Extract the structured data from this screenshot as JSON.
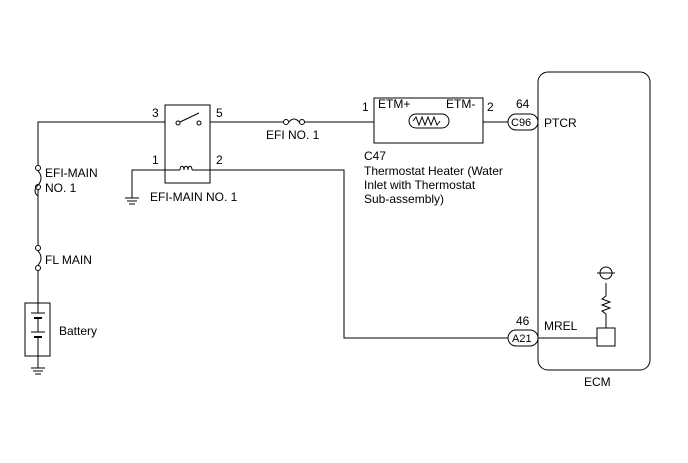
{
  "relay": {
    "name": "EFI-MAIN NO. 1",
    "pin_3": "3",
    "pin_5": "5",
    "pin_1": "1",
    "pin_2": "2"
  },
  "fuses": {
    "efi_main_line1": "EFI-MAIN",
    "efi_main_line2": "NO. 1",
    "fl_main": "FL MAIN",
    "efi_no1": "EFI NO. 1"
  },
  "battery": {
    "label": "Battery"
  },
  "heater": {
    "pin_1": "1",
    "pin_2": "2",
    "terminal_plus": "ETM+",
    "terminal_minus": "ETM-",
    "connector": "C47",
    "description_line1": "Thermostat Heater (Water",
    "description_line2": "Inlet with Thermostat",
    "description_line3": "Sub-assembly)"
  },
  "ecm": {
    "label": "ECM",
    "ptcr": {
      "pin": "64",
      "connector": "C96",
      "signal": "PTCR"
    },
    "mrel": {
      "pin": "46",
      "connector": "A21",
      "signal": "MREL"
    }
  }
}
